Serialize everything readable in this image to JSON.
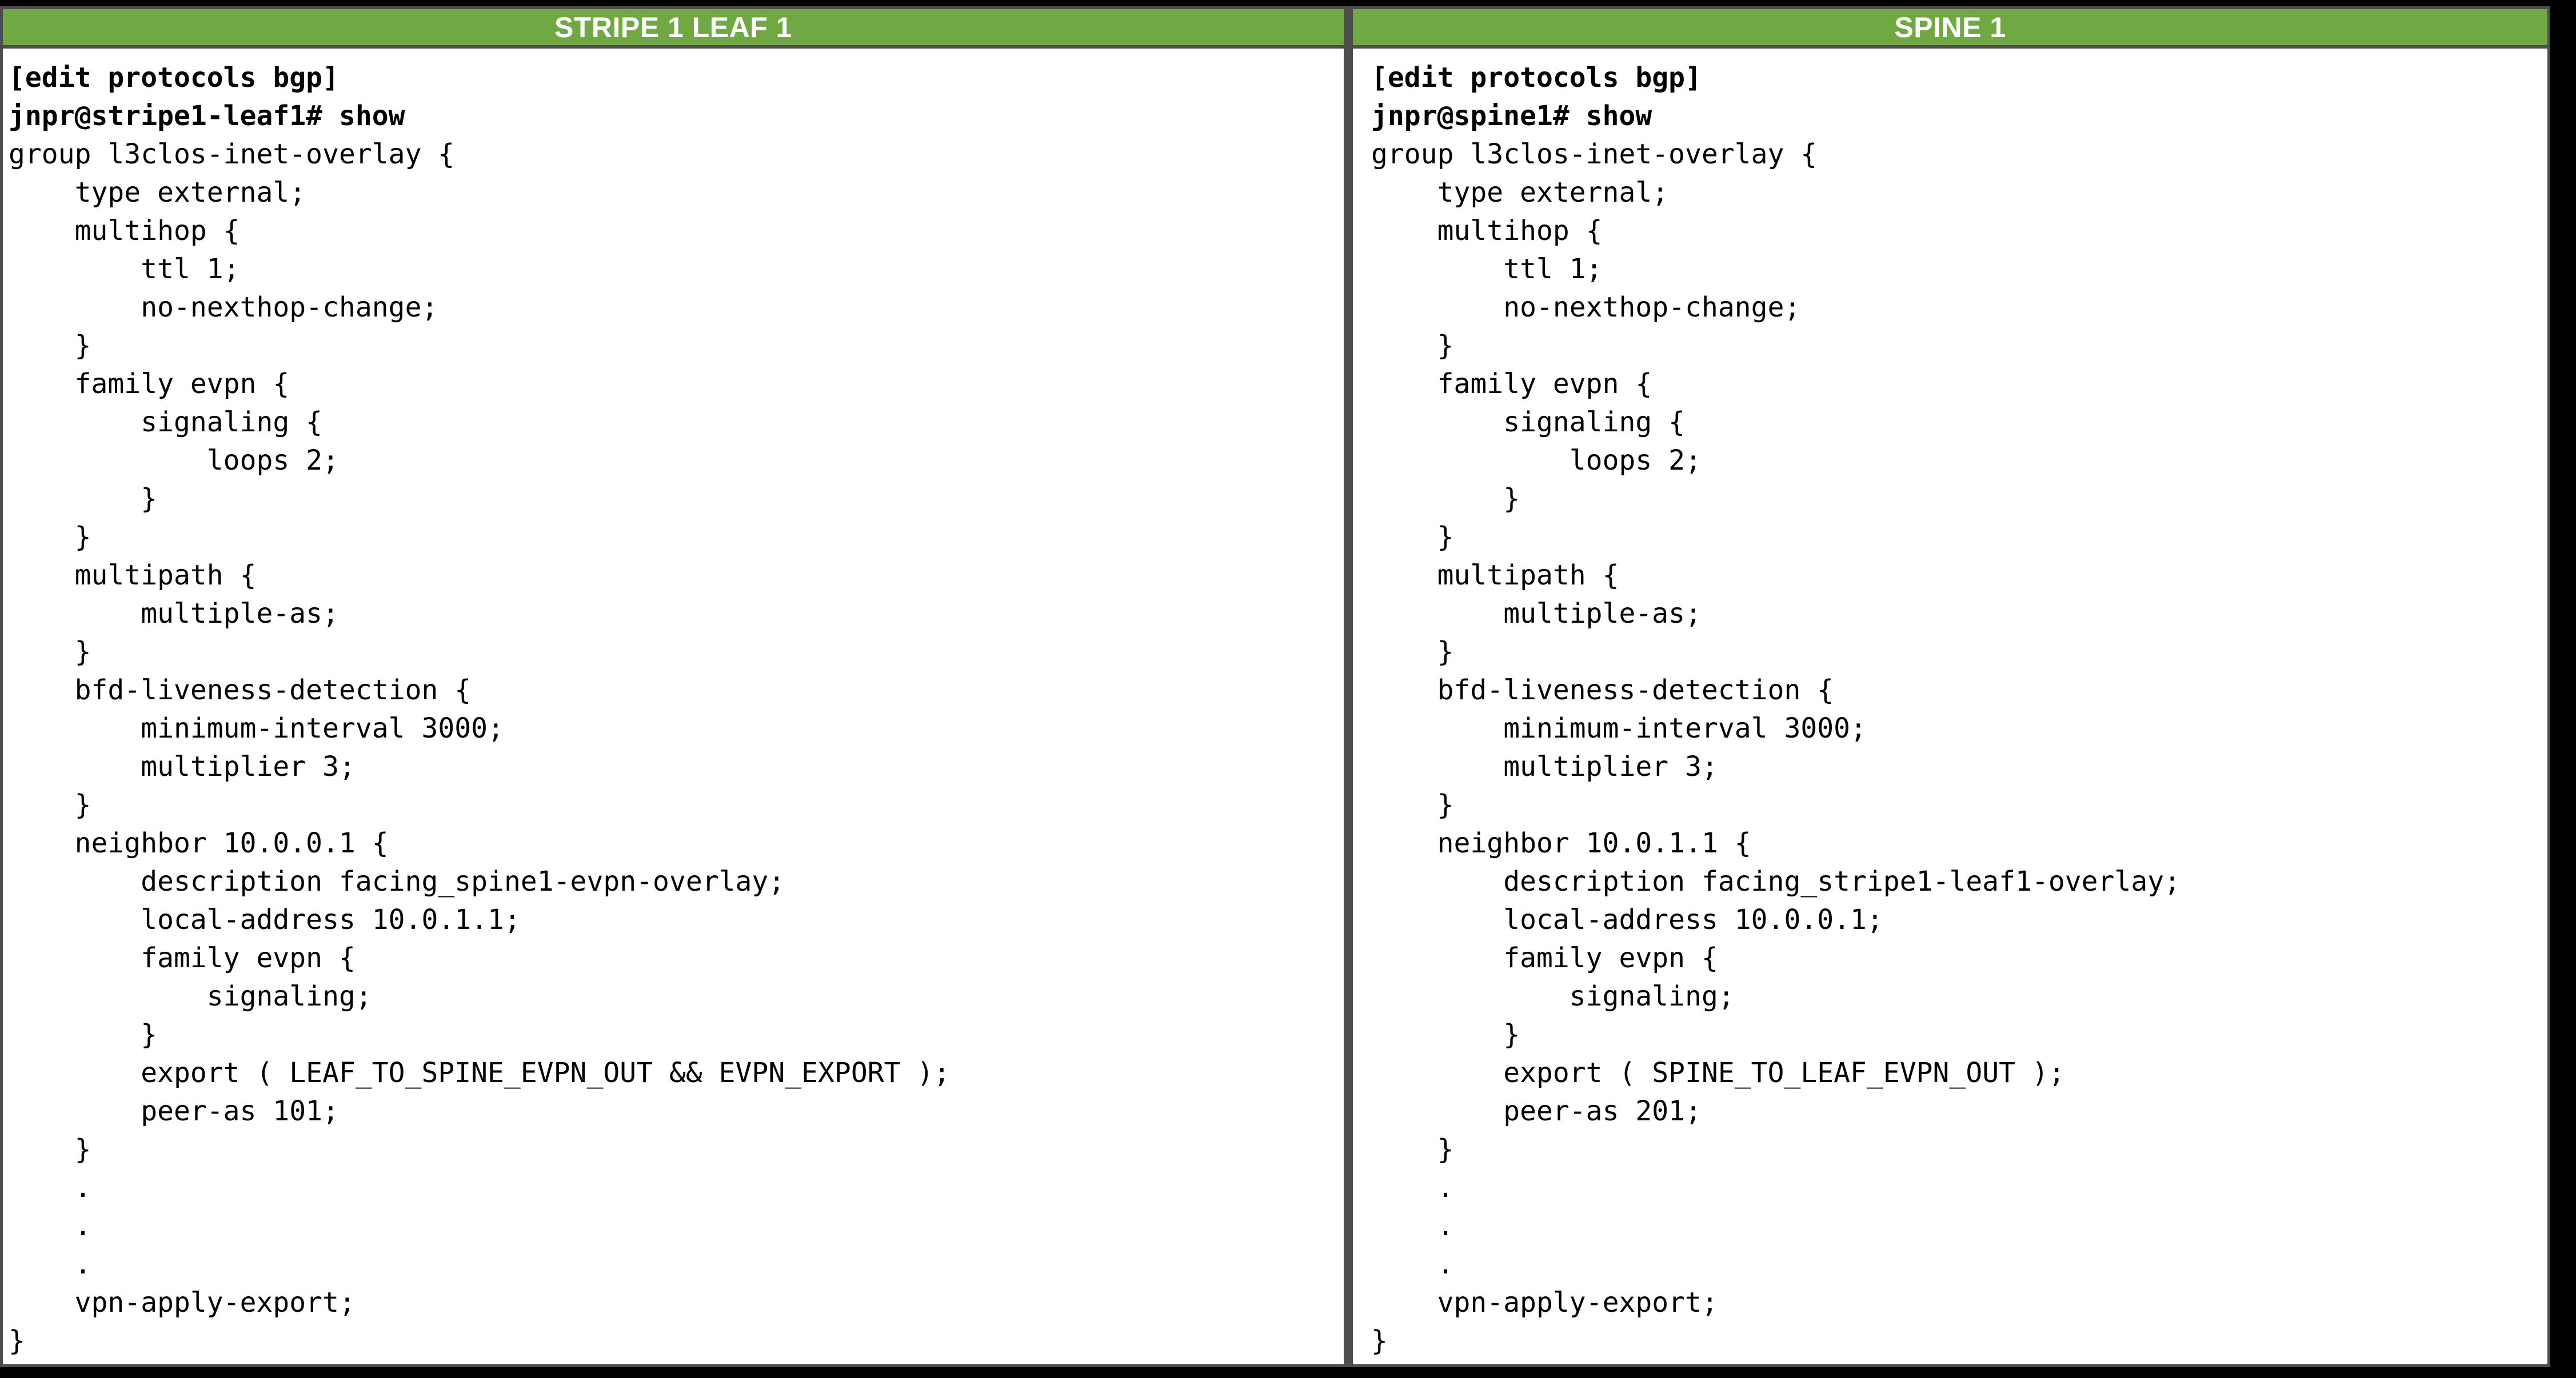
{
  "slide": {
    "background_color": "#000000",
    "border_color": "#4d4d4d",
    "header_color": "#70a943",
    "header_text_color": "#ffffff",
    "body_background": "#ffffff",
    "code_text_color": "#000000"
  },
  "panels": [
    {
      "id": "stripe1-leaf1",
      "title": "STRIPE 1 LEAF 1",
      "lines": [
        {
          "text": "[edit protocols bgp]",
          "bold": true
        },
        {
          "text": "jnpr@stripe1-leaf1# show",
          "bold": true
        },
        {
          "text": "group l3clos-inet-overlay {",
          "bold": false
        },
        {
          "text": "    type external;",
          "bold": false
        },
        {
          "text": "    multihop {",
          "bold": false
        },
        {
          "text": "        ttl 1;",
          "bold": false
        },
        {
          "text": "        no-nexthop-change;",
          "bold": false
        },
        {
          "text": "    }",
          "bold": false
        },
        {
          "text": "    family evpn {",
          "bold": false
        },
        {
          "text": "        signaling {",
          "bold": false
        },
        {
          "text": "            loops 2;",
          "bold": false
        },
        {
          "text": "        }",
          "bold": false
        },
        {
          "text": "    }",
          "bold": false
        },
        {
          "text": "    multipath {",
          "bold": false
        },
        {
          "text": "        multiple-as;",
          "bold": false
        },
        {
          "text": "    }",
          "bold": false
        },
        {
          "text": "    bfd-liveness-detection {",
          "bold": false
        },
        {
          "text": "        minimum-interval 3000;",
          "bold": false
        },
        {
          "text": "        multiplier 3;",
          "bold": false
        },
        {
          "text": "    }",
          "bold": false
        },
        {
          "text": "    neighbor 10.0.0.1 {",
          "bold": false
        },
        {
          "text": "        description facing_spine1-evpn-overlay;",
          "bold": false
        },
        {
          "text": "        local-address 10.0.1.1;",
          "bold": false
        },
        {
          "text": "        family evpn {",
          "bold": false
        },
        {
          "text": "            signaling;",
          "bold": false
        },
        {
          "text": "        }",
          "bold": false
        },
        {
          "text": "        export ( LEAF_TO_SPINE_EVPN_OUT && EVPN_EXPORT );",
          "bold": false
        },
        {
          "text": "        peer-as 101;",
          "bold": false
        },
        {
          "text": "    }",
          "bold": false
        },
        {
          "text": "    .",
          "bold": false
        },
        {
          "text": "    .",
          "bold": false
        },
        {
          "text": "    .",
          "bold": false
        },
        {
          "text": "    vpn-apply-export;",
          "bold": false
        },
        {
          "text": "}",
          "bold": false
        }
      ]
    },
    {
      "id": "spine1",
      "title": "SPINE 1",
      "lines": [
        {
          "text": "[edit protocols bgp]",
          "bold": true
        },
        {
          "text": "jnpr@spine1# show",
          "bold": true
        },
        {
          "text": "group l3clos-inet-overlay {",
          "bold": false
        },
        {
          "text": "    type external;",
          "bold": false
        },
        {
          "text": "    multihop {",
          "bold": false
        },
        {
          "text": "        ttl 1;",
          "bold": false
        },
        {
          "text": "        no-nexthop-change;",
          "bold": false
        },
        {
          "text": "    }",
          "bold": false
        },
        {
          "text": "    family evpn {",
          "bold": false
        },
        {
          "text": "        signaling {",
          "bold": false
        },
        {
          "text": "            loops 2;",
          "bold": false
        },
        {
          "text": "        }",
          "bold": false
        },
        {
          "text": "    }",
          "bold": false
        },
        {
          "text": "    multipath {",
          "bold": false
        },
        {
          "text": "        multiple-as;",
          "bold": false
        },
        {
          "text": "    }",
          "bold": false
        },
        {
          "text": "    bfd-liveness-detection {",
          "bold": false
        },
        {
          "text": "        minimum-interval 3000;",
          "bold": false
        },
        {
          "text": "        multiplier 3;",
          "bold": false
        },
        {
          "text": "    }",
          "bold": false
        },
        {
          "text": "    neighbor 10.0.1.1 {",
          "bold": false
        },
        {
          "text": "        description facing_stripe1-leaf1-overlay;",
          "bold": false
        },
        {
          "text": "        local-address 10.0.0.1;",
          "bold": false
        },
        {
          "text": "        family evpn {",
          "bold": false
        },
        {
          "text": "            signaling;",
          "bold": false
        },
        {
          "text": "        }",
          "bold": false
        },
        {
          "text": "        export ( SPINE_TO_LEAF_EVPN_OUT );",
          "bold": false
        },
        {
          "text": "        peer-as 201;",
          "bold": false
        },
        {
          "text": "    }",
          "bold": false
        },
        {
          "text": "    .",
          "bold": false
        },
        {
          "text": "    .",
          "bold": false
        },
        {
          "text": "    .",
          "bold": false
        },
        {
          "text": "    vpn-apply-export;",
          "bold": false
        },
        {
          "text": "}",
          "bold": false
        }
      ]
    }
  ]
}
